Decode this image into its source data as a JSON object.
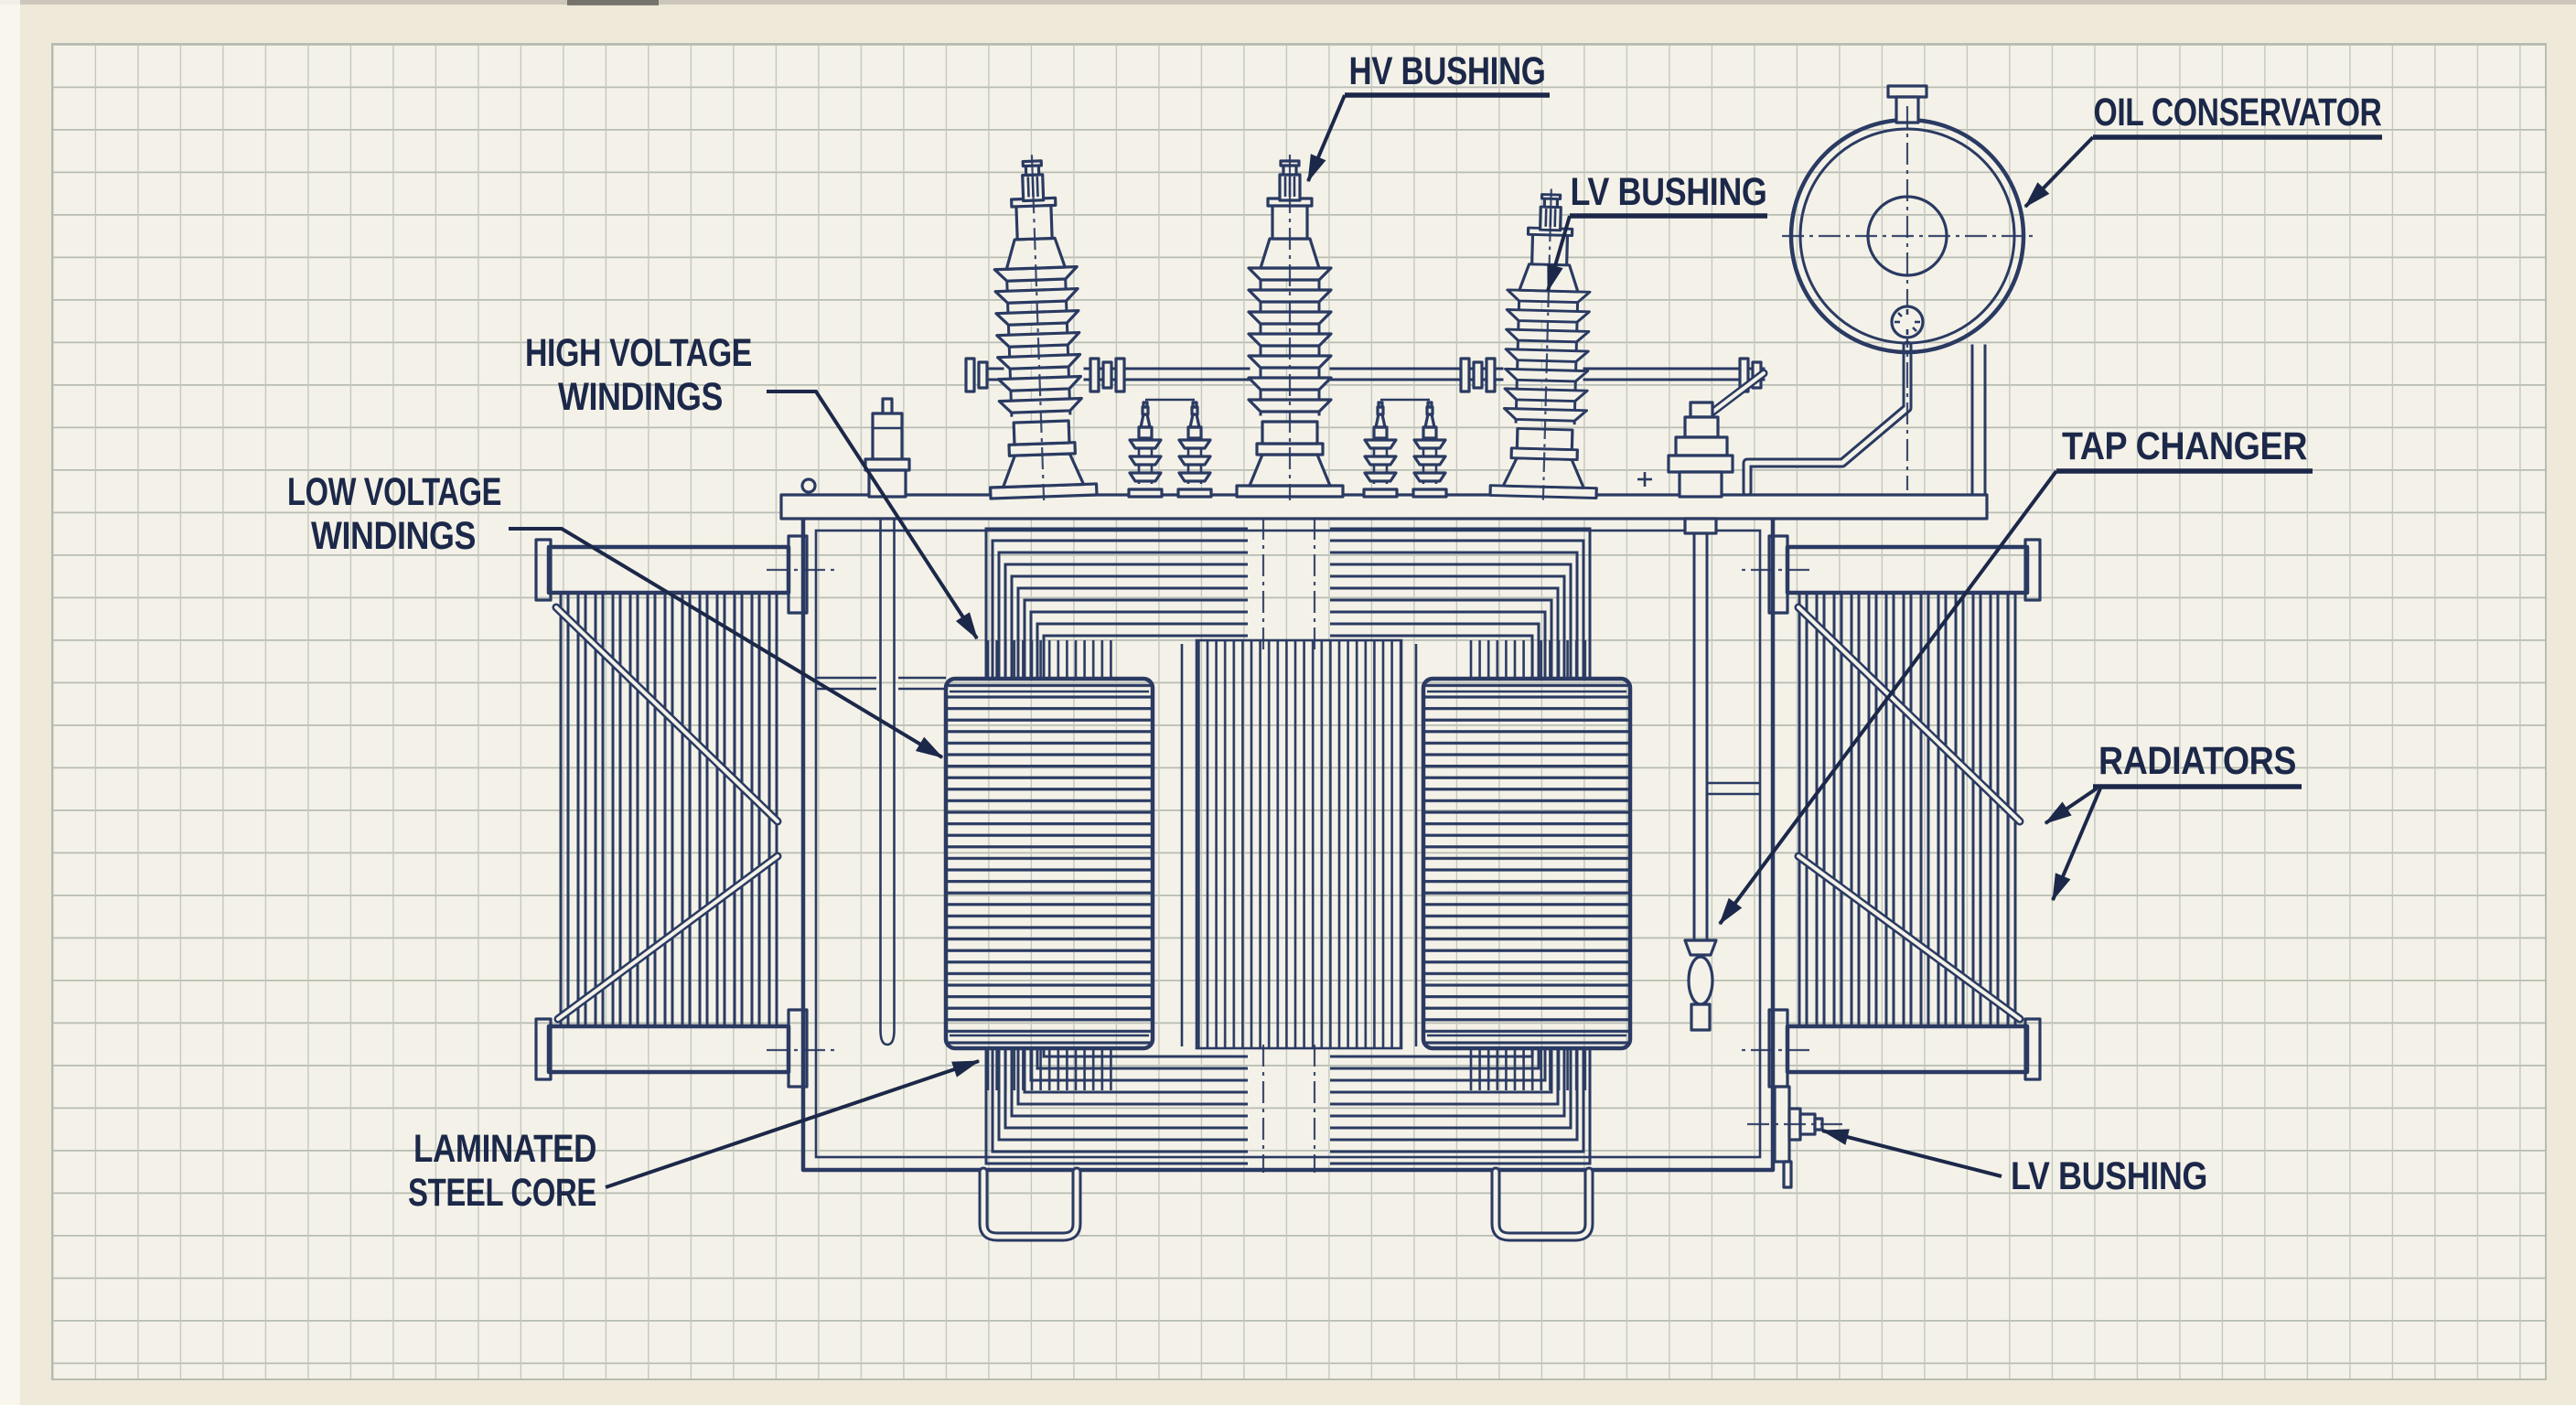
{
  "colors": {
    "paper": "#f4f2e8",
    "paper_margin": "#efe9da",
    "grid_line": "#bcc1b8",
    "ink": "#2a3a62",
    "label_ink": "#1c2849"
  },
  "annotations": {
    "hv_bushing": {
      "text": "HV BUSHING",
      "underlined": true
    },
    "lv_bushing_top": {
      "text": "LV BUSHING",
      "underlined": true
    },
    "oil_conservator": {
      "text": "OIL CONSERVATOR",
      "underlined": true
    },
    "high_voltage_windings": {
      "line1": "HIGH VOLTAGE",
      "line2": "WINDINGS",
      "underlined": false
    },
    "low_voltage_windings": {
      "line1": "LOW VOLTAGE",
      "line2": "WINDINGS",
      "underlined": false
    },
    "tap_changer": {
      "text": "TAP CHANGER",
      "underlined": true
    },
    "radiators": {
      "text": "RADIATORS",
      "underlined": true
    },
    "laminated_steel_core": {
      "line1": "LAMINATED",
      "line2": "STEEL CORE",
      "underlined": false
    },
    "lv_bushing_bottom": {
      "text": "LV BUSHING",
      "underlined": false
    }
  }
}
